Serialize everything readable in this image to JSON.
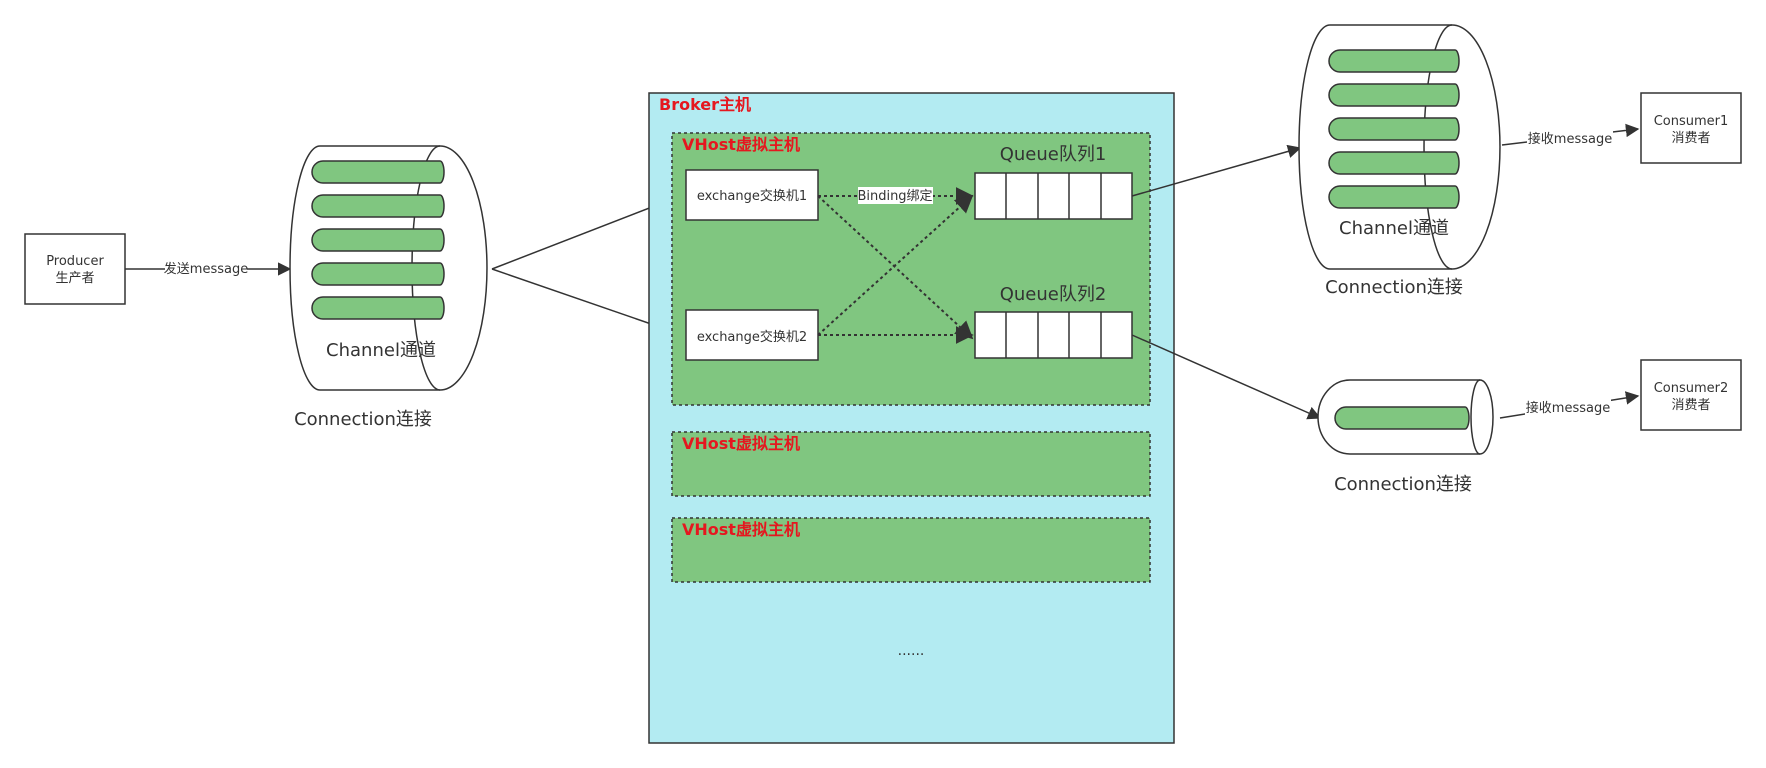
{
  "colors": {
    "broker_fill": "#b3ebf2",
    "vhost_fill": "#80c680",
    "channel_fill": "#80c680",
    "title_red": "#e5171f",
    "stroke": "#333333"
  },
  "producer": {
    "line1": "Producer",
    "line2": "生产者"
  },
  "producer_edge_label": "发送message",
  "left_connection": {
    "channel_label": "Channel通道",
    "label": "Connection连接"
  },
  "broker": {
    "title": "Broker主机",
    "vhost_title": "VHost虚拟主机",
    "exchange1": "exchange交换机1",
    "exchange2": "exchange交换机2",
    "binding_label": "Binding绑定",
    "queue1": "Queue队列1",
    "queue2": "Queue队列2",
    "vhost2_title": "VHost虚拟主机",
    "vhost3_title": "VHost虚拟主机",
    "ellipsis": "......"
  },
  "right_top_connection": {
    "channel_label": "Channel通道",
    "label": "Connection连接"
  },
  "right_bottom_connection": {
    "label": "Connection连接"
  },
  "consumer1": {
    "line1": "Consumer1",
    "line2": "消费者",
    "edge_label": "接收message"
  },
  "consumer2": {
    "line1": "Consumer2",
    "line2": "消费者",
    "edge_label": "接收message"
  }
}
